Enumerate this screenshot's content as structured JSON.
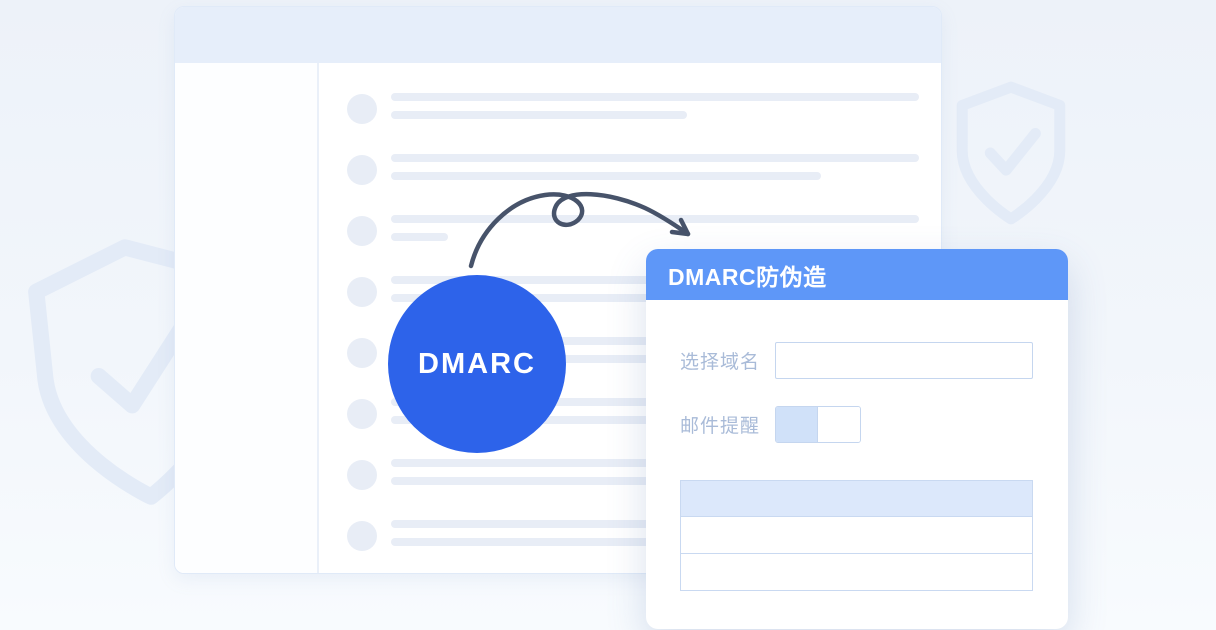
{
  "background": {
    "watermark_icon": "shield-check"
  },
  "window": {
    "kind": "mail-list-skeleton",
    "skeleton_rows": [
      {
        "lines": [
          528,
          296
        ]
      },
      {
        "lines": [
          528,
          430
        ]
      },
      {
        "lines": [
          528,
          57
        ]
      },
      {
        "lines": [
          528,
          296
        ]
      },
      {
        "lines": [
          528,
          430
        ]
      },
      {
        "lines": [
          528,
          296
        ]
      },
      {
        "lines": [
          528,
          430
        ]
      },
      {
        "lines": [
          528,
          296
        ]
      }
    ]
  },
  "dmarc_badge": {
    "label": "DMARC"
  },
  "dialog": {
    "title": "DMARC防伪造",
    "fields": [
      {
        "label": "选择域名",
        "control": "text-input",
        "value": ""
      },
      {
        "label": "邮件提醒",
        "control": "toggle",
        "state": "on"
      }
    ],
    "table": {
      "header_rows": 1,
      "body_rows": 2
    }
  },
  "colors": {
    "canvas_bg": "#edf2f9",
    "watermark": "#e3ebf7",
    "window_header": "#e6eefa",
    "skeleton": "#e8edf6",
    "badge_blue": "#2d63ea",
    "dialog_header_blue": "#5e97f8",
    "label_gray": "#a9bbd8",
    "control_border": "#c5d6ef",
    "toggle_fill": "#d0e1f9",
    "table_header_fill": "#dce8fb",
    "table_border": "#c9d9f1",
    "arrow": "#47536a"
  }
}
